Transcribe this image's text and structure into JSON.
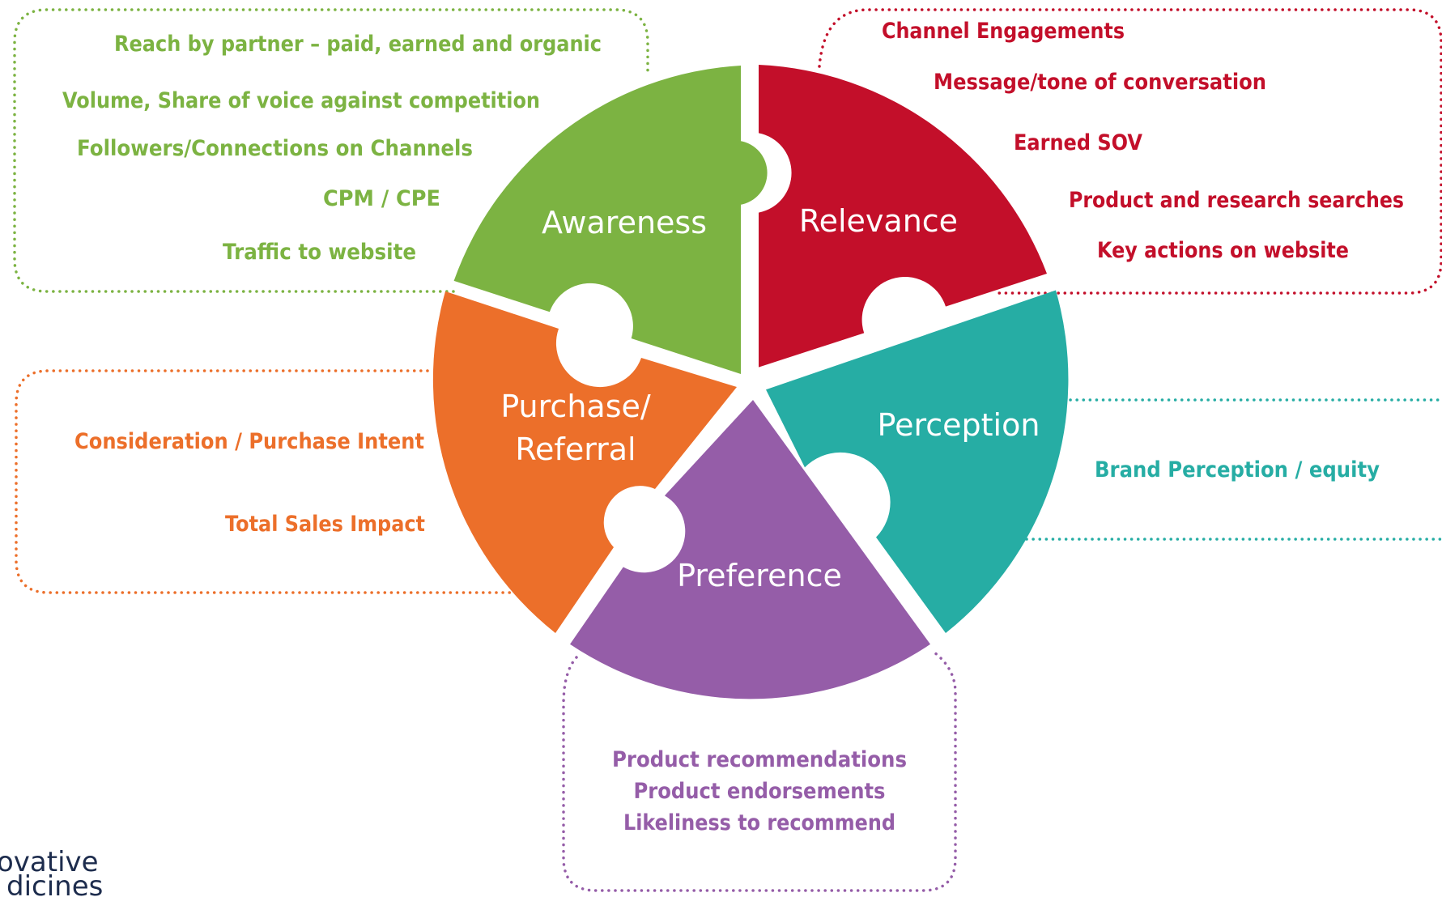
{
  "colors": {
    "awareness": "#7cb342",
    "relevance": "#c30f2a",
    "perception": "#26ada4",
    "preference": "#955da8",
    "purchase": "#ec6f2a"
  },
  "segments": {
    "awareness": {
      "label": "Awareness"
    },
    "relevance": {
      "label": "Relevance"
    },
    "perception": {
      "label": "Perception"
    },
    "preference": {
      "label": "Preference"
    },
    "purchase": {
      "label_line1": "Purchase/",
      "label_line2": "Referral"
    }
  },
  "metrics": {
    "awareness": [
      "Reach by partner – paid, earned and organic",
      "Volume, Share of voice against competition",
      "Followers/Connections on Channels",
      "CPM / CPE",
      "Traffic to website"
    ],
    "relevance": [
      "Channel Engagements",
      "Message/tone of conversation",
      "Earned SOV",
      "Product and research searches",
      "Key actions on website"
    ],
    "perception": [
      "Brand Perception / equity"
    ],
    "purchase": [
      "Consideration / Purchase Intent",
      "Total Sales Impact"
    ],
    "preference": [
      "Product recommendations",
      "Product endorsements",
      "Likeliness to recommend"
    ]
  },
  "logo": {
    "line1": "ovative",
    "line2": "dicines"
  }
}
